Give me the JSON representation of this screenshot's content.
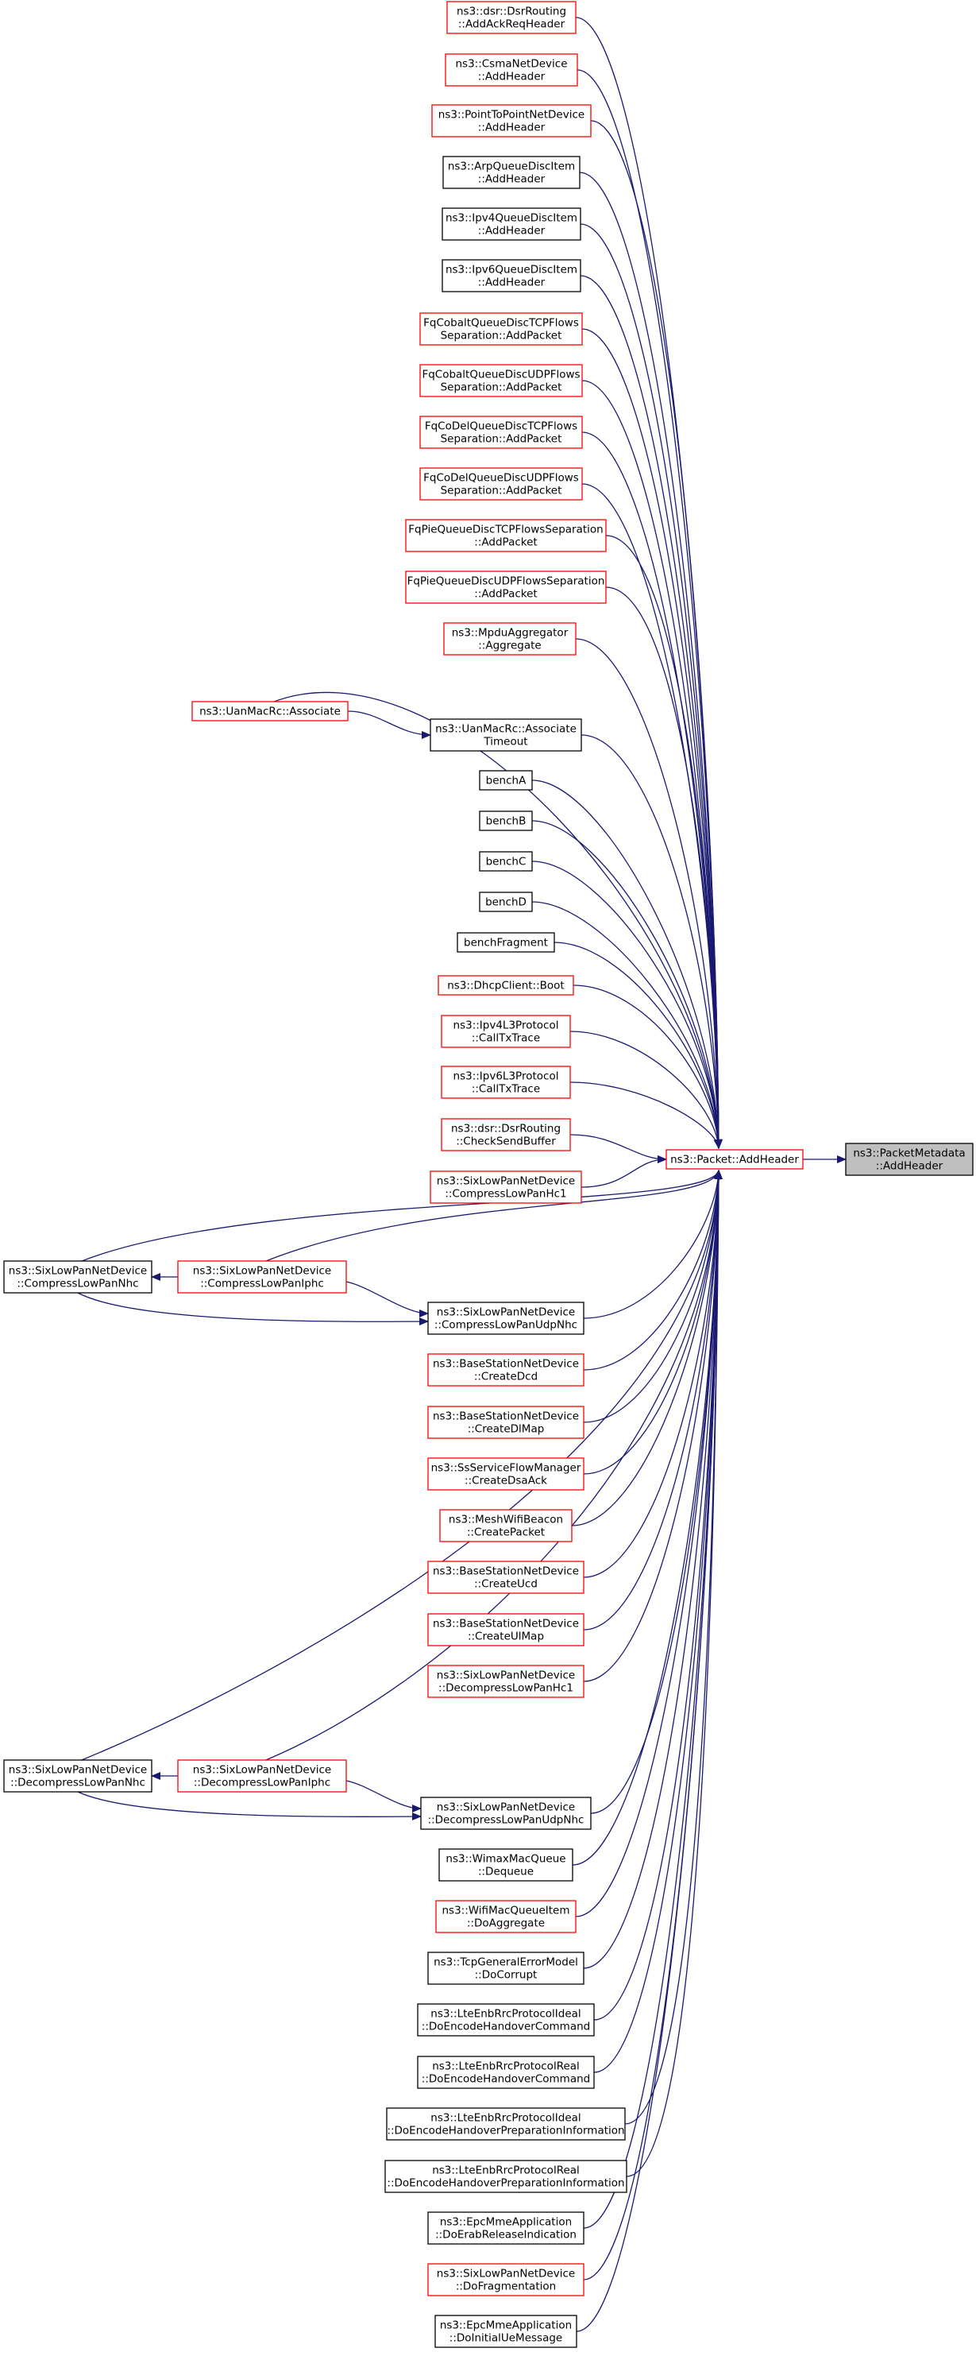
{
  "graph": {
    "target": [
      "ns3::PacketMetadata",
      "::AddHeader"
    ],
    "center": [
      "ns3::Packet::AddHeader"
    ],
    "callers": [
      {
        "lines": [
          "ns3::dsr::DsrRouting",
          "::AddAckReqHeader"
        ],
        "linked": true
      },
      {
        "lines": [
          "ns3::CsmaNetDevice",
          "::AddHeader"
        ],
        "linked": true
      },
      {
        "lines": [
          "ns3::PointToPointNetDevice",
          "::AddHeader"
        ],
        "linked": true
      },
      {
        "lines": [
          "ns3::ArpQueueDiscItem",
          "::AddHeader"
        ],
        "linked": false
      },
      {
        "lines": [
          "ns3::Ipv4QueueDiscItem",
          "::AddHeader"
        ],
        "linked": false
      },
      {
        "lines": [
          "ns3::Ipv6QueueDiscItem",
          "::AddHeader"
        ],
        "linked": false
      },
      {
        "lines": [
          "FqCobaltQueueDiscTCPFlows",
          "Separation::AddPacket"
        ],
        "linked": true
      },
      {
        "lines": [
          "FqCobaltQueueDiscUDPFlows",
          "Separation::AddPacket"
        ],
        "linked": true
      },
      {
        "lines": [
          "FqCoDelQueueDiscTCPFlows",
          "Separation::AddPacket"
        ],
        "linked": true
      },
      {
        "lines": [
          "FqCoDelQueueDiscUDPFlows",
          "Separation::AddPacket"
        ],
        "linked": true
      },
      {
        "lines": [
          "FqPieQueueDiscTCPFlowsSeparation",
          "::AddPacket"
        ],
        "linked": true
      },
      {
        "lines": [
          "FqPieQueueDiscUDPFlowsSeparation",
          "::AddPacket"
        ],
        "linked": true
      },
      {
        "lines": [
          "ns3::MpduAggregator",
          "::Aggregate"
        ],
        "linked": true
      },
      {
        "lines": [
          "ns3::UanMacRc::Associate",
          "Timeout"
        ],
        "linked": false
      },
      {
        "lines": [
          "benchA"
        ],
        "linked": false
      },
      {
        "lines": [
          "benchB"
        ],
        "linked": false
      },
      {
        "lines": [
          "benchC"
        ],
        "linked": false
      },
      {
        "lines": [
          "benchD"
        ],
        "linked": false
      },
      {
        "lines": [
          "benchFragment"
        ],
        "linked": false
      },
      {
        "lines": [
          "ns3::DhcpClient::Boot"
        ],
        "linked": true
      },
      {
        "lines": [
          "ns3::Ipv4L3Protocol",
          "::CallTxTrace"
        ],
        "linked": true
      },
      {
        "lines": [
          "ns3::Ipv6L3Protocol",
          "::CallTxTrace"
        ],
        "linked": true
      },
      {
        "lines": [
          "ns3::dsr::DsrRouting",
          "::CheckSendBuffer"
        ],
        "linked": true
      },
      {
        "lines": [
          "ns3::SixLowPanNetDevice",
          "::CompressLowPanHc1"
        ],
        "linked": true
      },
      {
        "lines": [
          "ns3::SixLowPanNetDevice",
          "::CompressLowPanUdpNhc"
        ],
        "linked": false
      },
      {
        "lines": [
          "ns3::BaseStationNetDevice",
          "::CreateDcd"
        ],
        "linked": true
      },
      {
        "lines": [
          "ns3::BaseStationNetDevice",
          "::CreateDlMap"
        ],
        "linked": true
      },
      {
        "lines": [
          "ns3::SsServiceFlowManager",
          "::CreateDsaAck"
        ],
        "linked": true
      },
      {
        "lines": [
          "ns3::MeshWifiBeacon",
          "::CreatePacket"
        ],
        "linked": true
      },
      {
        "lines": [
          "ns3::BaseStationNetDevice",
          "::CreateUcd"
        ],
        "linked": true
      },
      {
        "lines": [
          "ns3::BaseStationNetDevice",
          "::CreateUlMap"
        ],
        "linked": true
      },
      {
        "lines": [
          "ns3::SixLowPanNetDevice",
          "::DecompressLowPanHc1"
        ],
        "linked": true
      },
      {
        "lines": [
          "ns3::SixLowPanNetDevice",
          "::DecompressLowPanUdpNhc"
        ],
        "linked": false
      },
      {
        "lines": [
          "ns3::WimaxMacQueue",
          "::Dequeue"
        ],
        "linked": false
      },
      {
        "lines": [
          "ns3::WifiMacQueueItem",
          "::DoAggregate"
        ],
        "linked": true
      },
      {
        "lines": [
          "ns3::TcpGeneralErrorModel",
          "::DoCorrupt"
        ],
        "linked": false
      },
      {
        "lines": [
          "ns3::LteEnbRrcProtocolIdeal",
          "::DoEncodeHandoverCommand"
        ],
        "linked": false
      },
      {
        "lines": [
          "ns3::LteEnbRrcProtocolReal",
          "::DoEncodeHandoverCommand"
        ],
        "linked": false
      },
      {
        "lines": [
          "ns3::LteEnbRrcProtocolIdeal",
          "::DoEncodeHandoverPreparationInformation"
        ],
        "linked": false
      },
      {
        "lines": [
          "ns3::LteEnbRrcProtocolReal",
          "::DoEncodeHandoverPreparationInformation"
        ],
        "linked": false
      },
      {
        "lines": [
          "ns3::EpcMmeApplication",
          "::DoErabReleaseIndication"
        ],
        "linked": false
      },
      {
        "lines": [
          "ns3::SixLowPanNetDevice",
          "::DoFragmentation"
        ],
        "linked": true
      },
      {
        "lines": [
          "ns3::EpcMmeApplication",
          "::DoInitialUeMessage"
        ],
        "linked": false
      }
    ],
    "secondary": [
      {
        "lines": [
          "ns3::UanMacRc::Associate"
        ],
        "linked": true
      },
      {
        "lines": [
          "ns3::SixLowPanNetDevice",
          "::CompressLowPanIphc"
        ],
        "linked": true
      },
      {
        "lines": [
          "ns3::SixLowPanNetDevice",
          "::CompressLowPanNhc"
        ],
        "linked": false
      },
      {
        "lines": [
          "ns3::SixLowPanNetDevice",
          "::DecompressLowPanIphc"
        ],
        "linked": true
      },
      {
        "lines": [
          "ns3::SixLowPanNetDevice",
          "::DecompressLowPanNhc"
        ],
        "linked": false
      }
    ],
    "colors": {
      "edge": "#191970",
      "linked_border": "#ff0000",
      "plain_border": "#000000",
      "target_fill": "#bfbfbf"
    }
  }
}
